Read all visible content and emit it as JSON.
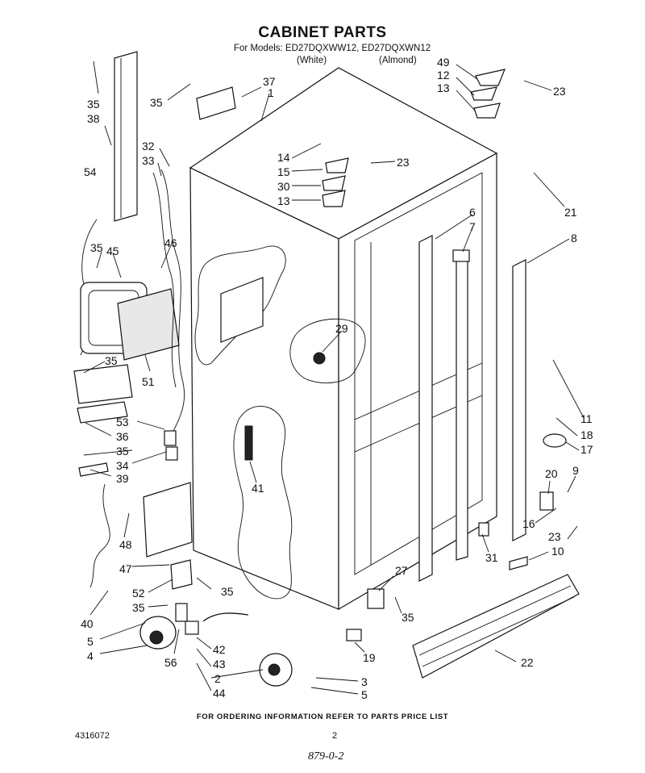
{
  "header": {
    "title": "CABINET PARTS",
    "models_line": "For Models: ED27DQXWW12, ED27DQXWN12",
    "color_white": "(White)",
    "color_almond": "(Almond)"
  },
  "callouts": [
    {
      "id": "c35a",
      "label": "35"
    },
    {
      "id": "c38",
      "label": "38"
    },
    {
      "id": "c35b",
      "label": "35"
    },
    {
      "id": "c37",
      "label": "37"
    },
    {
      "id": "c1",
      "label": "1"
    },
    {
      "id": "c32",
      "label": "32"
    },
    {
      "id": "c33",
      "label": "33"
    },
    {
      "id": "c54",
      "label": "54"
    },
    {
      "id": "c35c",
      "label": "35"
    },
    {
      "id": "c45",
      "label": "45"
    },
    {
      "id": "c46",
      "label": "46"
    },
    {
      "id": "c35d",
      "label": "35"
    },
    {
      "id": "c51",
      "label": "51"
    },
    {
      "id": "c53",
      "label": "53"
    },
    {
      "id": "c36",
      "label": "36"
    },
    {
      "id": "c35e",
      "label": "35"
    },
    {
      "id": "c34",
      "label": "34"
    },
    {
      "id": "c39",
      "label": "39"
    },
    {
      "id": "c48",
      "label": "48"
    },
    {
      "id": "c47",
      "label": "47"
    },
    {
      "id": "c52",
      "label": "52"
    },
    {
      "id": "c35f",
      "label": "35"
    },
    {
      "id": "c35g",
      "label": "35"
    },
    {
      "id": "c40",
      "label": "40"
    },
    {
      "id": "c5a",
      "label": "5"
    },
    {
      "id": "c4",
      "label": "4"
    },
    {
      "id": "c56",
      "label": "56"
    },
    {
      "id": "c42",
      "label": "42"
    },
    {
      "id": "c43",
      "label": "43"
    },
    {
      "id": "c2",
      "label": "2"
    },
    {
      "id": "c44",
      "label": "44"
    },
    {
      "id": "c3",
      "label": "3"
    },
    {
      "id": "c5b",
      "label": "5"
    },
    {
      "id": "c19",
      "label": "19"
    },
    {
      "id": "c22",
      "label": "22"
    },
    {
      "id": "c27",
      "label": "27"
    },
    {
      "id": "c35h",
      "label": "35"
    },
    {
      "id": "c31",
      "label": "31"
    },
    {
      "id": "c10",
      "label": "10"
    },
    {
      "id": "c23a",
      "label": "23"
    },
    {
      "id": "c16",
      "label": "16"
    },
    {
      "id": "c20",
      "label": "20"
    },
    {
      "id": "c9",
      "label": "9"
    },
    {
      "id": "c17",
      "label": "17"
    },
    {
      "id": "c18",
      "label": "18"
    },
    {
      "id": "c11",
      "label": "11"
    },
    {
      "id": "c8",
      "label": "8"
    },
    {
      "id": "c6",
      "label": "6"
    },
    {
      "id": "c7",
      "label": "7"
    },
    {
      "id": "c29",
      "label": "29"
    },
    {
      "id": "c41",
      "label": "41"
    },
    {
      "id": "c14",
      "label": "14"
    },
    {
      "id": "c15",
      "label": "15"
    },
    {
      "id": "c30",
      "label": "30"
    },
    {
      "id": "c13a",
      "label": "13"
    },
    {
      "id": "c23b",
      "label": "23"
    },
    {
      "id": "c21",
      "label": "21"
    },
    {
      "id": "c49",
      "label": "49"
    },
    {
      "id": "c12",
      "label": "12"
    },
    {
      "id": "c13b",
      "label": "13"
    },
    {
      "id": "c23c",
      "label": "23"
    }
  ],
  "footer": {
    "ordering_note": "FOR ORDERING INFORMATION REFER TO PARTS PRICE LIST",
    "doc_number": "4316072",
    "page_number": "2",
    "handwritten_note": "879-0-2"
  }
}
